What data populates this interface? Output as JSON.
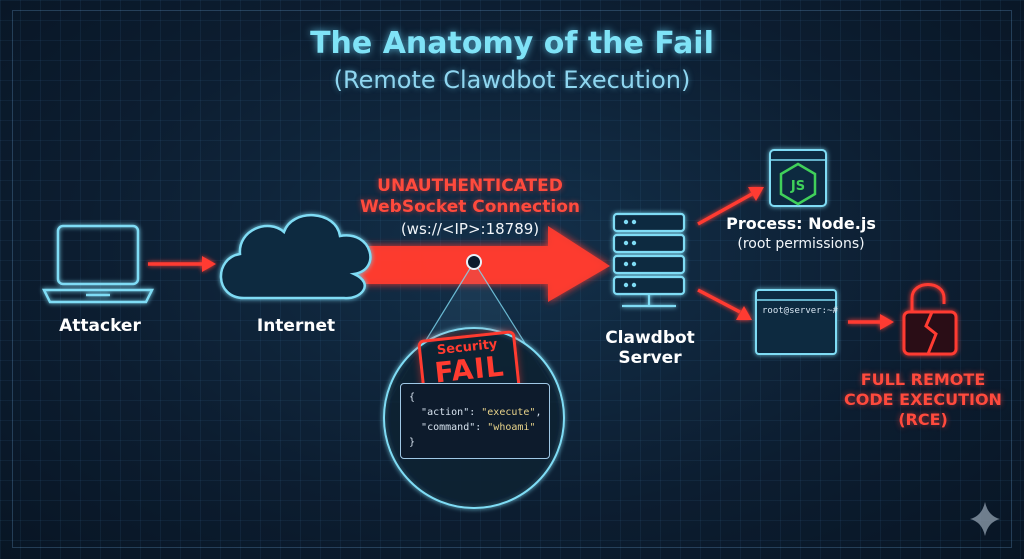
{
  "title": "The Anatomy of the Fail",
  "subtitle": "(Remote Clawdbot Execution)",
  "nodes": {
    "attacker": "Attacker",
    "internet": "Internet",
    "server_line1": "Clawdbot",
    "server_line2": "Server",
    "process_title": "Process: Node.js",
    "process_sub": "(root permissions)",
    "js_label": "JS",
    "terminal_prompt": "root@server:~#"
  },
  "connection": {
    "line1": "UNAUTHENTICATED",
    "line2": "WebSocket Connection",
    "line3": "(ws://<IP>:18789)"
  },
  "stamp": {
    "line1": "Security",
    "line2": "FAIL"
  },
  "payload": {
    "open": "{",
    "k1": "\"action\": ",
    "v1": "\"execute\"",
    "comma": ",",
    "k2": "\"command\": ",
    "v2": "\"whoami\"",
    "close": "}"
  },
  "result": {
    "line1": "FULL REMOTE",
    "line2": "CODE EXECUTION",
    "line3": "(RCE)"
  },
  "colors": {
    "accent_cyan": "#7fe3f7",
    "danger_red": "#ff3b30",
    "node_green": "#3fd05a"
  }
}
